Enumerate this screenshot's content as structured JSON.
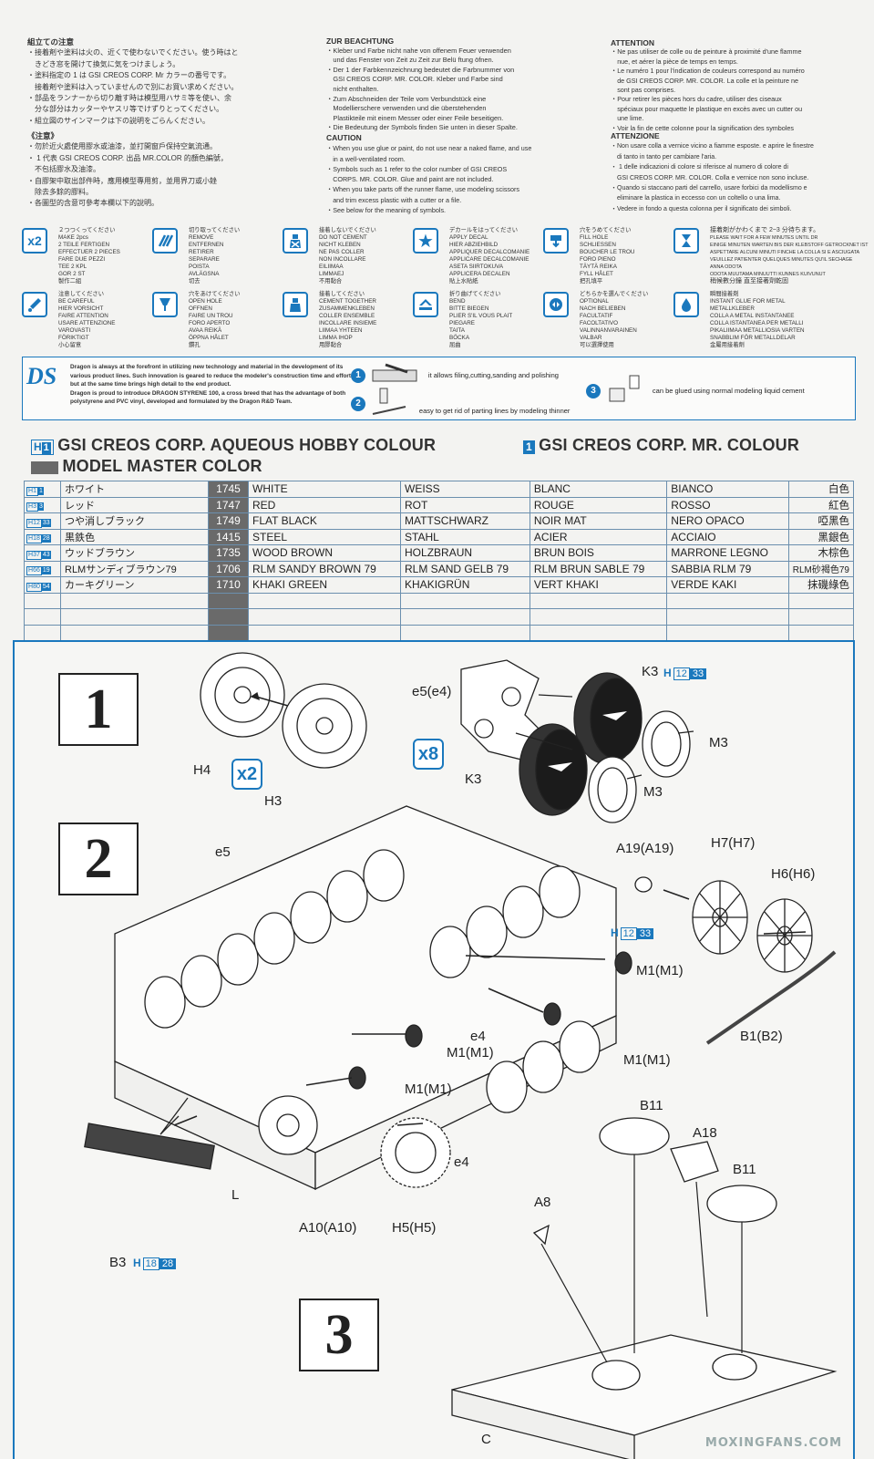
{
  "notes": {
    "japanese": {
      "header": "組立ての注意",
      "lines": [
        "・接着剤や塗料は火の、近くで使わないでください。使う時はと",
        "　きどき窓を開けて換気に気をつけましょう。",
        "・塗料指定の 1 は GSI CREOS CORP. Mr カラーの番号です。",
        "　接着剤や塗料は入っていませんので別にお買い求めください。",
        "・部品をランナーから切り離す時は模型用ハサミ等を使い、余",
        "　分な部分はカッターやヤスリ等でけずりとってください。",
        "・組立図のサインマークは下の説明をごらんください。"
      ]
    },
    "chinese": {
      "header": "《注意》",
      "lines": [
        "・勿於近火處使用膠水或油漆，並打開窗戶保持空氣流通。",
        "・ 1 代表 GSI CREOS CORP. 出品 MR.COLOR 的顏色編號，",
        "　不包括膠水及油漆。",
        "・自膠架中取出部件時，應用模型專用剪，並用界刀或小銼",
        "　除去多餘的膠料。",
        "・各圖型的含意可參考本欄以下的說明。"
      ]
    },
    "german": {
      "header": "ZUR BEACHTUNG",
      "lines": [
        "・Kleber und Farbe nicht nahe von offenem Feuer verwenden",
        "　und das Fenster von Zeit zu Zeit zur Belü ftung öfnen.",
        "・Der 1 der Farbkennzeichnung bedeutet die Farbnummer von",
        "　GSI CREOS CORP. MR. COLOR. Kleber und Farbe sind",
        "　nicht enthalten.",
        "・Zum Abschneiden der Teile vom Verbundstück eine",
        "　Modellierschere verwenden und die überstehenden",
        "　Plastikteile mit einem Messer oder einer Feile beseitigen.",
        "・Die Bedeutung der Symbols finden Sie unten in dieser Spalte."
      ]
    },
    "english": {
      "header": "CAUTION",
      "lines": [
        "・When you use glue or paint, do not use near a naked flame, and use",
        "　in a well-ventilated room.",
        "・Symbols such as 1 refer to the color number of GSI CREOS",
        "　CORPS. MR. COLOR. Glue and paint are not included.",
        "・When you take parts off the runner flame, use modeling scissors",
        "　and trim excess plastic with a cutter or a file.",
        "・See below for the meaning of symbols."
      ]
    },
    "french": {
      "header": "ATTENTION",
      "lines": [
        "・Ne pas utiliser de colle ou de peinture à proximité d'une flamme",
        "　nue, et aérer la pièce de temps en temps.",
        "・Le numéro 1 pour l'indication de couleurs correspond au numéro",
        "　de GSI CREOS CORP. MR. COLOR. La colle et la peinture ne",
        "　sont pas comprises.",
        "・Pour retirer les pièces hors du cadre, utiliser des ciseaux",
        "　spéciaux pour maquette le plastique en excès avec un cutter ou",
        "　une lime.",
        "・Voir la fin de cette colonne pour la signification des symboles"
      ]
    },
    "italian": {
      "header": "ATTENZIONE",
      "lines": [
        "・Non usare colla a vernice vicino a fiamme esposte. e aprire le finestre",
        "　di tanto in tanto per cambiare l'aria.",
        "・ 1 delle indicazioni di colore si riferisce al numero di colore di",
        "　GSI CREOS CORP. MR. COLOR. Colla e vernice non sono incluse.",
        "・Quando si staccano parti del carrello, usare forbici da modellismo e",
        "　eliminare la plastica in eccesso con un coltello o una lima.",
        "・Vedere in fondo a questa colonna per il significato dei simboli."
      ]
    }
  },
  "symbols_row1": [
    {
      "icon": "x2",
      "lines": [
        "２つつくってください",
        "MAKE 2pcs",
        "2 TEILE FERTIGEN",
        "EFFECTUER 2 PIECES",
        "FARE DUE PEZZI",
        "TEE 2 KPL",
        "GOR 2 ST",
        "製作二組"
      ]
    },
    {
      "icon": "cut",
      "lines": [
        "切り取ってください",
        "REMOVE",
        "ENTFERNEN",
        "RETIRER",
        "SEPARARE",
        "POISTA",
        "AVLÄGSNA",
        "切去"
      ]
    },
    {
      "icon": "no-glue",
      "lines": [
        "接着しないでください",
        "DO NOT CEMENT",
        "NICHT KLEBEN",
        "NE PAS COLLER",
        "NON INCOLLARE",
        "EILIIMAA",
        "LIMMAEJ",
        "不用黏合"
      ]
    },
    {
      "icon": "star",
      "lines": [
        "デカールをはってください",
        "APPLY DECAL",
        "HIER ABZIEHBILD",
        "APPLIQUER DECALCOMANIE",
        "APPLICARE DECALCOMANIE",
        "ASETA SIIRTOKUVA",
        "APPLICERA DECALEN",
        "貼上水貼紙"
      ]
    },
    {
      "icon": "fill",
      "lines": [
        "穴をうめてください",
        "FILL HOLE",
        "SCHLIESSEN",
        "BOUCHER LE TROU",
        "FORO PIENO",
        "TÄYTÄ REIKA",
        "FYLL HÅLET",
        "把孔填平"
      ]
    },
    {
      "icon": "hourglass",
      "lines": [
        "接着剤がかわくまで 2~3 分待ちます。",
        "PLEASE WAIT FOR A FEW MINUTES UNTIL DR",
        "EINIGE MINUTEN WARTEN BIS DER KLEBSTOFF GETROCKNET IST",
        "ASPETTARE ALCUNI MINUTI FINCHE LA COLLA SI E ASCIUGATA",
        "VEUILLEZ PATIENTER QUELQUES MINUTES QU'IL SECHAGE",
        "ANNA ODOTA",
        "ODOTA MUUTAMA MINUUTTI KUNNES KUIVUNUT",
        "稍候數分鐘 直至接著劑乾固"
      ]
    }
  ],
  "symbols_row2": [
    {
      "icon": "careful",
      "lines": [
        "注意してください",
        "BE CAREFUL",
        "HIER VORSICHT",
        "FAIRE ATTENTION",
        "USARE ATTENZIONE",
        "VAROVASTI",
        "FÖRIKTIGT",
        "小心留意"
      ]
    },
    {
      "icon": "drill",
      "lines": [
        "穴をあけてください",
        "OPEN HOLE",
        "OFFNEN",
        "FAIRE UN TROU",
        "FORO APERTO",
        "AVAA REIKÄ",
        "ÖPPNA HÅLET",
        "鑽孔"
      ]
    },
    {
      "icon": "glue",
      "lines": [
        "接着してください",
        "CEMENT TOGETHER",
        "ZUSAMMENKLEBEN",
        "COLLER ENSEMBLE",
        "INCOLLARE INSIEME",
        "LIIMAA YHTEEN",
        "LIMMA IHOP",
        "用膠黏合"
      ]
    },
    {
      "icon": "bend",
      "lines": [
        "折り曲げてください",
        "BEND",
        "BITTE BIEGEN",
        "PLIER S'IL VOUS PLAIT",
        "PIEGARE",
        "TAITA",
        "BÖCKA",
        "屈曲"
      ]
    },
    {
      "icon": "optional",
      "lines": [
        "どちらかを選んでください",
        "OPTIONAL",
        "NACH BELIEBEN",
        "FACULTATIF",
        "FACOLTATIVO",
        "VALINNANVARAINEN",
        "VALBAR",
        "可以選擇使用"
      ]
    },
    {
      "icon": "drop",
      "lines": [
        "瞬間接着剤",
        "INSTANT GLUE FOR METAL",
        "METALLKLEBER",
        "COLLA A METAL INSTANTANEE",
        "COLLA ISTANTANEA PER METALLI",
        "PIKALIIMAA METALLIOSIA VARTEN",
        "SNABBLIM FÖR METALLDELAR",
        "金屬用接着劑"
      ]
    }
  ],
  "dragon": {
    "logo": "DS",
    "text1": "Dragon is always at the forefront in utilizing new technology and material in the development of its various product lines. Such innovation is geared to reduce the modeler's construction time and effort, but at the same time brings high detail to the end product.",
    "text2": "Dragon is proud to introduce DRAGON STYRENE 100, a cross breed that has the advantage of both polystyrene and PVC vinyl, developed and formulated by the Dragon R&D Team.",
    "f1": "it allows filing,cutting,sanding and polishing",
    "f2": "easy to get rid of parting lines by modeling thinner",
    "f3": "can be glued using normal modeling liquid cement",
    "n1": "1",
    "n2": "2",
    "n3": "3"
  },
  "paint": {
    "title1": "GSI CREOS CORP. AQUEOUS HOBBY COLOUR",
    "title2": "GSI CREOS CORP. MR. COLOUR",
    "title3": "MODEL MASTER COLOR",
    "h_label": "H",
    "one": "1",
    "rows": [
      {
        "h": "1",
        "m": "1",
        "ja": "ホワイト",
        "num": "1745",
        "en": "WHITE",
        "de": "WEISS",
        "fr": "BLANC",
        "it": "BIANCO",
        "cn": "白色"
      },
      {
        "h": "3",
        "m": "3",
        "ja": "レッド",
        "num": "1747",
        "en": "RED",
        "de": "ROT",
        "fr": "ROUGE",
        "it": "ROSSO",
        "cn": "紅色"
      },
      {
        "h": "12",
        "m": "33",
        "ja": "つや消しブラック",
        "num": "1749",
        "en": "FLAT BLACK",
        "de": "MATTSCHWARZ",
        "fr": "NOIR MAT",
        "it": "NERO OPACO",
        "cn": "啞黑色"
      },
      {
        "h": "18",
        "m": "28",
        "ja": "黒鉄色",
        "num": "1415",
        "en": "STEEL",
        "de": "STAHL",
        "fr": "ACIER",
        "it": "ACCIAIO",
        "cn": "黑銀色"
      },
      {
        "h": "37",
        "m": "43",
        "ja": "ウッドブラウン",
        "num": "1735",
        "en": "WOOD BROWN",
        "de": "HOLZBRAUN",
        "fr": "BRUN BOIS",
        "it": "MARRONE LEGNO",
        "cn": "木棕色"
      },
      {
        "h": "66",
        "m": "19",
        "ja": "RLMサンディブラウン79",
        "num": "1706",
        "en": "RLM SANDY BROWN 79",
        "de": "RLM SAND GELB 79",
        "fr": "RLM BRUN SABLE 79",
        "it": "SABBIA RLM 79",
        "cn": "RLM砂褐色79"
      },
      {
        "h": "80",
        "m": "54",
        "ja": "カーキグリーン",
        "num": "1710",
        "en": "KHAKI GREEN",
        "de": "KHAKIGRÜN",
        "fr": "VERT KHAKI",
        "it": "VERDE KAKI",
        "cn": "抹磯綠色"
      }
    ]
  },
  "steps": {
    "s1": "1",
    "s2": "2",
    "s3": "3",
    "x2": "x2",
    "x8": "x8",
    "labels": {
      "h4": "H4",
      "h3": "H3",
      "e5e4": "e5(e4)",
      "k3a": "K3",
      "k3b": "K3",
      "m3a": "M3",
      "m3b": "M3",
      "e5": "e5",
      "a19": "A19(A19)",
      "h7": "H7(H7)",
      "h6": "H6(H6)",
      "m1a": "M1(M1)",
      "m1b": "M1(M1)",
      "m1c": "M1(M1)",
      "m1d": "M1(M1)",
      "e4a": "e4",
      "e4b": "e4",
      "b1": "B1(B2)",
      "l": "L",
      "a10": "A10(A10)",
      "h5": "H5(H5)",
      "b3": "B3",
      "b11a": "B11",
      "b11b": "B11",
      "a18": "A18",
      "a8": "A8",
      "c": "C"
    },
    "paint_k3": {
      "h": "H",
      "a": "12",
      "b": "33"
    },
    "paint_m1": {
      "h": "H",
      "a": "12",
      "b": "33"
    },
    "paint_b3": {
      "h": "H",
      "a": "18",
      "b": "28"
    }
  },
  "watermark": "MOXINGFANS.COM",
  "colors": {
    "accent": "#1a78bd",
    "gray": "#6a6a6a"
  }
}
